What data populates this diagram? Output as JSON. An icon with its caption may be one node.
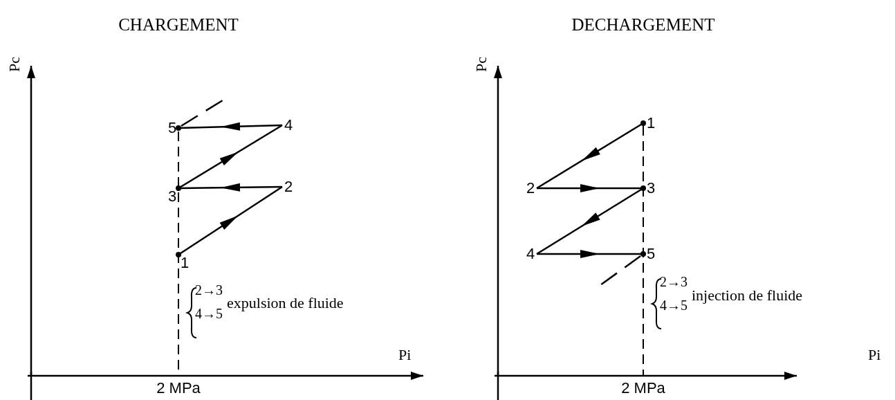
{
  "diagram": {
    "nodes": [
      {
        "text": [
          "1"
        ]
      },
      {
        "text": [
          "2"
        ]
      },
      {
        "text": [
          "3"
        ]
      },
      {
        "text": [
          "4"
        ]
      },
      {
        "text": [
          "5"
        ]
      },
      {
        "text": [
          "1"
        ]
      },
      {
        "text": [
          "2"
        ]
      },
      {
        "text": [
          "3"
        ]
      },
      {
        "text": [
          "4"
        ]
      },
      {
        "text": [
          "5"
        ]
      }
    ],
    "edges": [
      {
        "from": 0,
        "to": 1,
        "arrow": "to"
      },
      {
        "from": 1,
        "to": 2,
        "arrow": "to"
      },
      {
        "from": 2,
        "to": 3,
        "arrow": "to"
      },
      {
        "from": 3,
        "to": 4,
        "arrow": "to"
      },
      {
        "from": 5,
        "to": 6,
        "arrow": "to"
      },
      {
        "from": 6,
        "to": 7,
        "arrow": "to"
      },
      {
        "from": 7,
        "to": 8,
        "arrow": "to"
      },
      {
        "from": 8,
        "to": 9,
        "arrow": "to"
      }
    ],
    "labels": [
      "CHARGEMENT",
      "Pc",
      "2→3",
      "4→5",
      "expulsion de fluide",
      "Pi",
      "2 MPa",
      "DECHARGEMENT",
      "Pc",
      "2→3",
      "4→5",
      "injection de fluide",
      "Pi",
      "2 MPa"
    ]
  }
}
